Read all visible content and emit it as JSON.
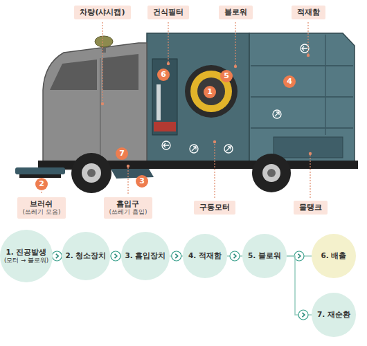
{
  "diagram": {
    "nodes": [
      {
        "text": [
          "차량(샤시캡)"
        ]
      },
      {
        "text": [
          "건식필터"
        ]
      },
      {
        "text": [
          "블로워"
        ]
      },
      {
        "text": [
          "적재함"
        ]
      },
      {
        "text": [
          "6"
        ]
      },
      {
        "text": [
          "1"
        ]
      },
      {
        "text": [
          "5"
        ]
      },
      {
        "text": [
          "4"
        ]
      },
      {
        "text": [
          "7"
        ]
      },
      {
        "text": [
          "2"
        ]
      },
      {
        "text": [
          "3"
        ]
      },
      {
        "text": [
          "브러쉬",
          "(쓰레기 모음)"
        ]
      },
      {
        "text": [
          "흡입구",
          "(쓰레기 흡입)"
        ]
      },
      {
        "text": [
          "구동모터"
        ]
      },
      {
        "text": [
          "물탱크"
        ]
      },
      {
        "text": [
          "1. 진공발생",
          "(모터 → 블로워)"
        ]
      },
      {
        "text": [
          "2. 청소장치"
        ]
      },
      {
        "text": [
          "3. 흡입장치"
        ]
      },
      {
        "text": [
          "4. 적재함"
        ]
      },
      {
        "text": [
          "5. 블로워"
        ]
      },
      {
        "text": [
          "6. 배출"
        ]
      },
      {
        "text": [
          "7. 재순환"
        ]
      }
    ],
    "edges": [
      {
        "from": 15,
        "to": 16,
        "arrow": "to"
      },
      {
        "from": 16,
        "to": 17,
        "arrow": "to"
      },
      {
        "from": 17,
        "to": 18,
        "arrow": "to"
      },
      {
        "from": 18,
        "to": 19,
        "arrow": "to"
      },
      {
        "from": 19,
        "to": 20,
        "arrow": "to"
      },
      {
        "from": 19,
        "to": 21,
        "arrow": "to"
      }
    ]
  }
}
